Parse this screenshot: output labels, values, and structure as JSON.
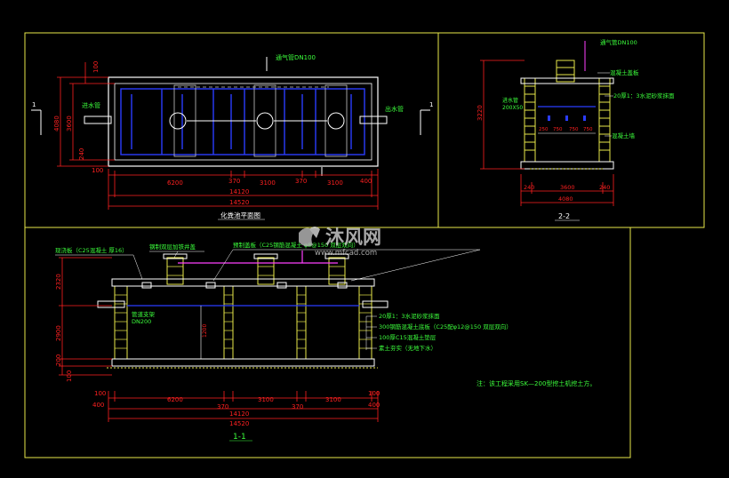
{
  "colors": {
    "background": "#000000",
    "frame": "#e8e84a",
    "red": "#ff2020",
    "blue": "#2a3cff",
    "white": "#ffffff",
    "green": "#3cff3c",
    "magenta": "#ff40ff",
    "yellow": "#ffff40",
    "cyan": "#40e0ff"
  },
  "watermark": {
    "brand": "沐风网",
    "url": "www.mfcad.com"
  },
  "plan_view": {
    "title": "化粪池平面图",
    "vent_pipe": "通气管DN100",
    "inlet": "进水管",
    "outlet": "出水管",
    "section_mark_left": "1",
    "section_mark_right": "1",
    "dims_bottom_row1": [
      "100",
      "6200",
      "370",
      "3100",
      "370",
      "3100",
      "400"
    ],
    "dims_total_inner": "14120",
    "dims_total_outer": "14520",
    "dims_left": [
      "4080",
      "3600",
      "240",
      "100"
    ]
  },
  "section_2_2": {
    "title": "2-2",
    "vent_pipe": "通气管DN100",
    "label_slab": "混凝土盖板",
    "label_plaster": "20厚1：3水泥砂浆抹面",
    "label_wall": "混凝土墙",
    "label_pipe": "进水管",
    "label_pipe2": "200X50",
    "dim_left": "3220",
    "dims_bottom": [
      "240",
      "3600",
      "240"
    ],
    "dims_total": "4080",
    "dims_inner": [
      "250",
      "750",
      "750",
      "750"
    ]
  },
  "section_1_1": {
    "title": "1-1",
    "label_top_slab": "现浇板（C25混凝土 厚16）",
    "label_manhole": "钢制双层加铁井盖",
    "label_cover": "预制盖板（C25钢筋混凝土 φ8@150 双层双向）",
    "label_inlet": "管道支架",
    "label_inlet2": "DN200",
    "layers": [
      "20厚1：3水泥砂浆抹面",
      "300钢筋混凝土底板（C25配φ12@150 双层双向）",
      "100厚C15混凝土垫层",
      "素土夯实（无地下水）"
    ],
    "dims_left": [
      "2320",
      "2900",
      "200",
      "100"
    ],
    "dims_mid": "1200",
    "dims_row1": [
      "100",
      "6200",
      "370",
      "3100",
      "370",
      "3100",
      "100"
    ],
    "dims_row2": [
      "400",
      "400"
    ],
    "dims_total_inner": "14120",
    "dims_total_outer": "14520",
    "note": "注：该工程采用SK—200型挖土机挖土方。"
  }
}
